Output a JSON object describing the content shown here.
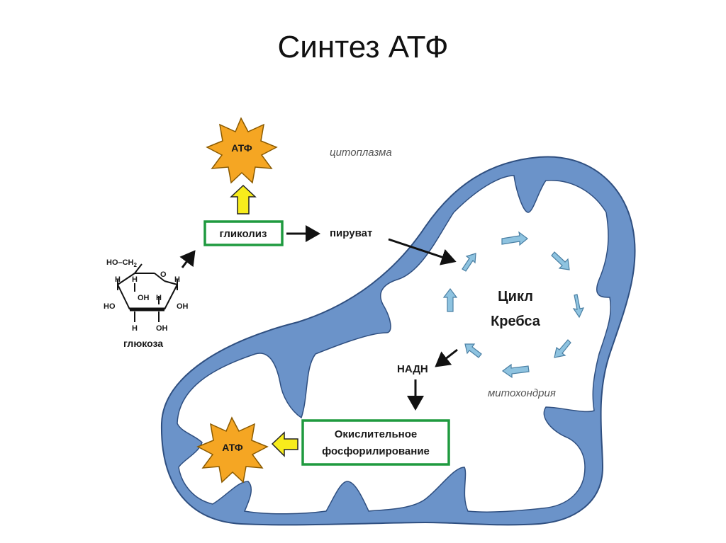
{
  "title": "Синтез АТФ",
  "labels": {
    "cytoplasm": "цитоплазма",
    "mitochondrion": "митохондрия",
    "atp": "АТФ",
    "glycolysis": "гликолиз",
    "pyruvate": "пируват",
    "krebs_line1": "Цикл",
    "krebs_line2": "Кребса",
    "nadh": "НАДН",
    "oxphos_line1": "Окислительное",
    "oxphos_line2": "фосфорилирование",
    "glucose": "глюкоза"
  },
  "glucose_structure": {
    "ch2oh": "HO–CH",
    "ch2oh_sub": "2",
    "ring_o": "O",
    "h": "H",
    "oh": "OH",
    "ho": "HO"
  },
  "colors": {
    "membrane": "#6b93c9",
    "membrane_stroke": "#2f4f80",
    "krebs_arrow": "#8ec3e0",
    "atp_star": "#f5a623",
    "box_border": "#1f9a3f",
    "yellow_arrow": "#f7ec1c"
  }
}
